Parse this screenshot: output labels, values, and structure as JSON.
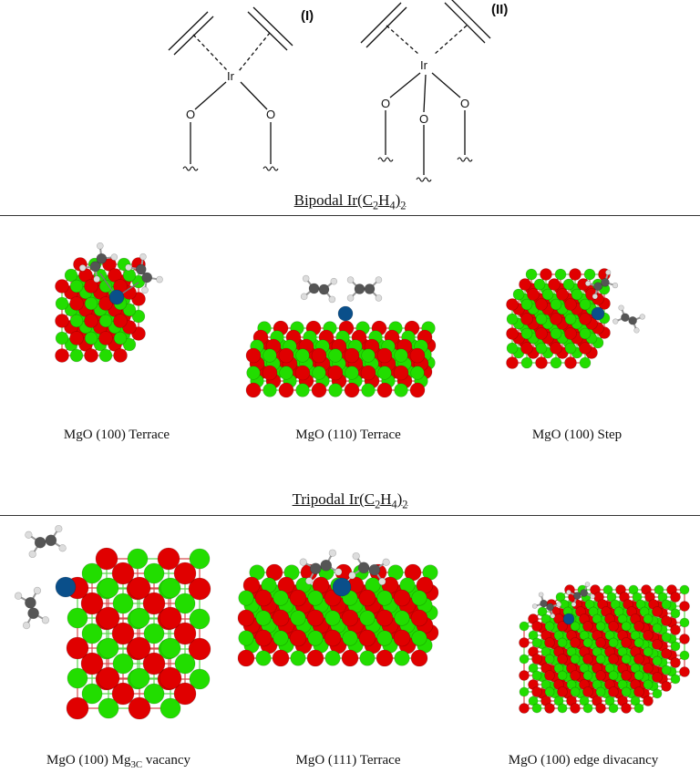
{
  "schemes": {
    "one": {
      "label": "(I)",
      "metal": "Ir",
      "oxygens": [
        "O",
        "O"
      ]
    },
    "two": {
      "label": "(II)",
      "metal": "Ir",
      "oxygens": [
        "O",
        "O",
        "O"
      ]
    }
  },
  "bipodal": {
    "title_pre": "Bipodal Ir(C",
    "title_sub1": "2",
    "title_mid": "H",
    "title_sub2": "4",
    "title_post": ")",
    "title_sub3": "2",
    "models": [
      {
        "caption": "MgO (100) Terrace"
      },
      {
        "caption": "MgO (110) Terrace"
      },
      {
        "caption": "MgO (100) Step"
      }
    ]
  },
  "tripodal": {
    "title_pre": "Tripodal Ir(C",
    "title_sub1": "2",
    "title_mid": "H",
    "title_sub2": "4",
    "title_post": ")",
    "title_sub3": "2",
    "models": [
      {
        "caption_pre": "MgO (100) Mg",
        "caption_sub": "3C",
        "caption_post": " vacancy"
      },
      {
        "caption": "MgO (111) Terrace"
      },
      {
        "caption": "MgO (100) edge divacancy"
      }
    ]
  },
  "colors": {
    "oxygen": "#e00000",
    "magnesium": "#22dd00",
    "iridium": "#0a4f8a",
    "carbon": "#555555",
    "hydrogen": "#dddddd"
  }
}
